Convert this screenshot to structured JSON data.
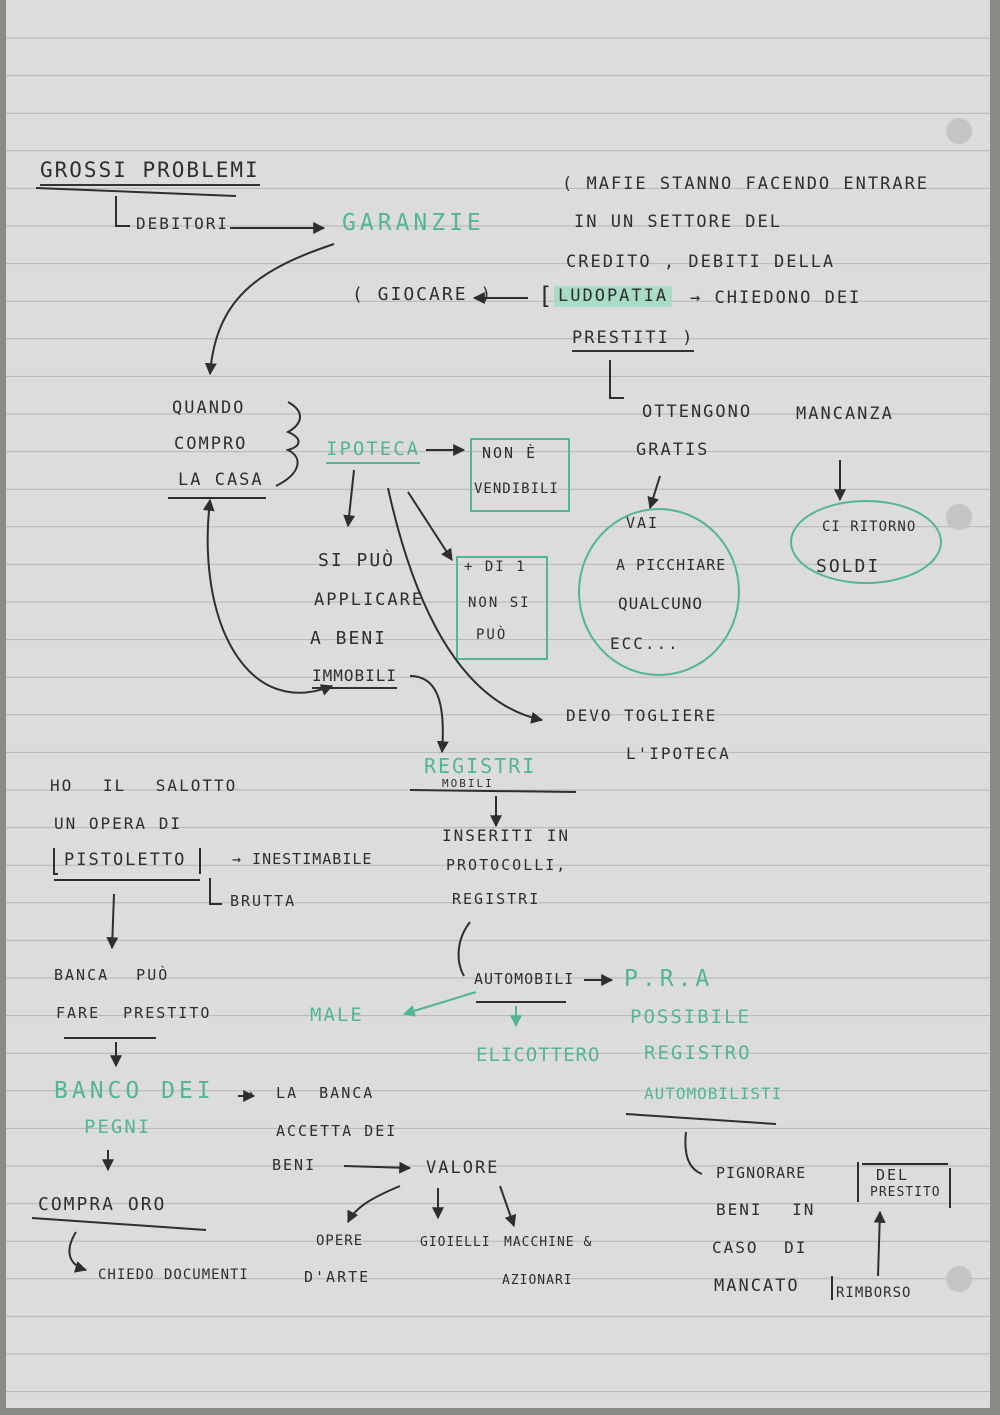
{
  "texts": {
    "t1": "GROSSI PROBLEMI",
    "t2": "DEBITORI",
    "t3": "GARANZIE",
    "t4": "( MAFIE STANNO FACENDO ENTRARE",
    "t5": "IN UN SETTORE DEL",
    "t6": "CREDITO , DEBITI DELLA",
    "t7": "( GIOCARE )",
    "t8": "[",
    "t9": "LUDOPATIA",
    "t10": "→ CHIEDONO DEI",
    "t11": "PRESTITI )",
    "t12": "OTTENGONO",
    "t13": "MANCANZA",
    "t14": "GRATIS",
    "t15": "QUANDO",
    "t16": "COMPRO",
    "t17": "LA CASA",
    "t18": "IPOTECA",
    "t19": "NON È",
    "t20": "VENDIBILI",
    "t21": "VAI",
    "t22": "A PICCHIARE",
    "t23": "QUALCUNO",
    "t24": "ECC...",
    "t25": "CI RITORNO",
    "t26": "SOLDI",
    "t27": "SI PUÒ",
    "t28": "APPLICARE",
    "t29": "A BENI",
    "t30": "IMMOBILI",
    "t31": "+ DI 1",
    "t32": "NON SI",
    "t33": "PUÒ",
    "t34": "DEVO TOGLIERE",
    "t35": "L'IPOTECA",
    "t36": "REGISTRI",
    "t37": "MOBILI",
    "t38": "HO IL SALOTTO",
    "t39": "UN OPERA DI",
    "t40": "PISTOLETTO",
    "t41": "→ INESTIMABILE",
    "t42": "BRUTTA",
    "t43": "INSERITI IN",
    "t44": "PROTOCOLLI,",
    "t45": "REGISTRI",
    "t46": "BANCA PUÒ",
    "t47": "FARE PRESTITO",
    "t48": "AUTOMOBILI",
    "t49": "P.R.A",
    "t50": "MALE",
    "t51": "POSSIBILE",
    "t52": "ELICOTTERO",
    "t53": "REGISTRO",
    "t54": "AUTOMOBILISTI",
    "t55": "BANCO DEI",
    "t56": "PEGNI",
    "t57": "→ LA BANCA",
    "t58": "ACCETTA DEI",
    "t59": "BENI",
    "t60": "VALORE",
    "t61": "COMPRA ORO",
    "t62": "CHIEDO DOCUMENTI",
    "t63": "OPERE",
    "t64": "D'ARTE",
    "t65": "GIOIELLI",
    "t66": "MACCHINE &",
    "t67": "AZIONARI",
    "t68": "PIGNORARE",
    "t69": "BENI IN",
    "t70": "CASO DI",
    "t71": "MANCATO",
    "t72": "DEL",
    "t73": "PRESTITO",
    "t74": "RIMBORSO"
  },
  "colors": {
    "paper": "#dcdcdc",
    "ink": "#2e2e2e",
    "green_ink": "#52b594",
    "highlight": "#a9dcc6",
    "rule_line": "#b5b5b5"
  }
}
